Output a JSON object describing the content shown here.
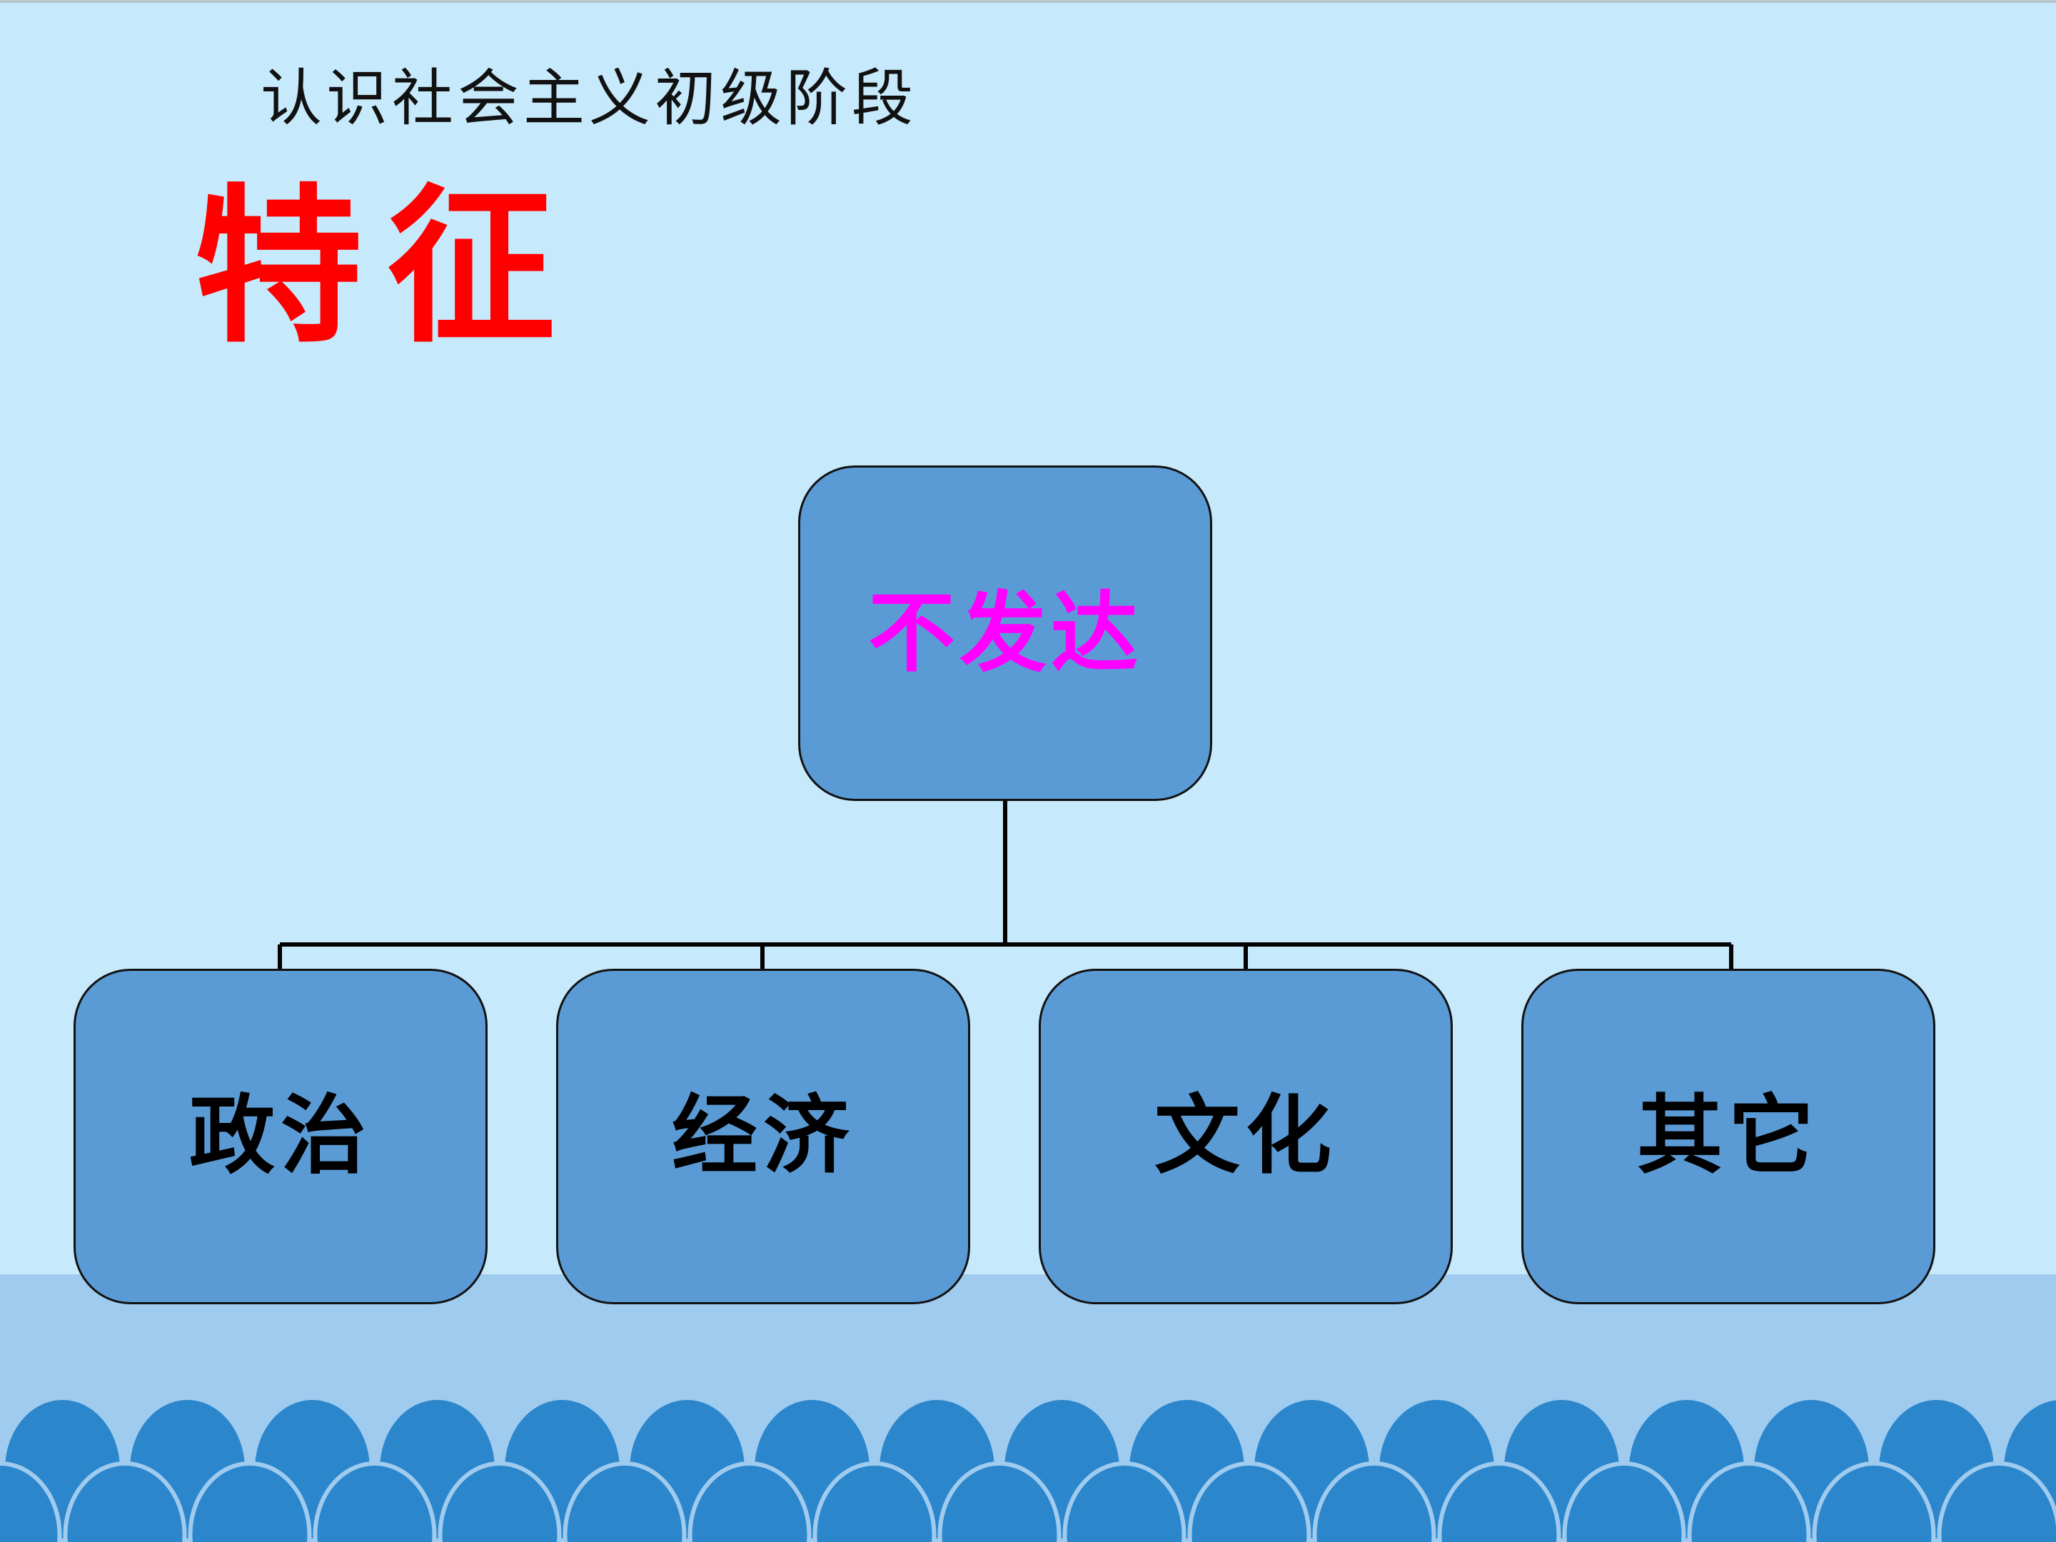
{
  "slide": {
    "subtitle": "认识社会主义初级阶段",
    "title": "特征",
    "colors": {
      "background": "#c6e9fb",
      "title": "#ff0000",
      "node_fill": "#5b9bd5",
      "root_text": "#ff00ff",
      "child_text": "#000000",
      "band": "#9fcbef",
      "waves": "#2b86cc"
    }
  },
  "diagram": {
    "root": {
      "label": "不发达"
    },
    "children": [
      {
        "label": "政治"
      },
      {
        "label": "经济"
      },
      {
        "label": "文化"
      },
      {
        "label": "其它"
      }
    ]
  }
}
